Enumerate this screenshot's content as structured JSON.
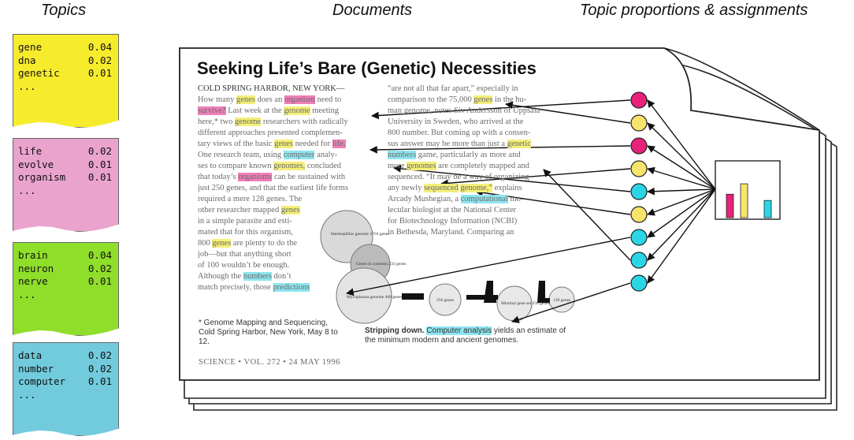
{
  "headers": {
    "topics": "Topics",
    "documents": "Documents",
    "proportions": "Topic proportions & assignments"
  },
  "topics": [
    {
      "color": "#f7ec2c",
      "words": [
        {
          "w": "gene",
          "p": "0.04"
        },
        {
          "w": "dna",
          "p": "0.02"
        },
        {
          "w": "genetic",
          "p": "0.01"
        }
      ],
      "more": "..."
    },
    {
      "color": "#e9a3cd",
      "words": [
        {
          "w": "life",
          "p": "0.02"
        },
        {
          "w": "evolve",
          "p": "0.01"
        },
        {
          "w": "organism",
          "p": "0.01"
        }
      ],
      "more": "..."
    },
    {
      "color": "#8fde2a",
      "words": [
        {
          "w": "brain",
          "p": "0.04"
        },
        {
          "w": "neuron",
          "p": "0.02"
        },
        {
          "w": "nerve",
          "p": "0.01"
        }
      ],
      "more": "..."
    },
    {
      "color": "#72cbdc",
      "words": [
        {
          "w": "data",
          "p": "0.02"
        },
        {
          "w": "number",
          "p": "0.02"
        },
        {
          "w": "computer",
          "p": "0.01"
        }
      ],
      "more": "..."
    }
  ],
  "article": {
    "title": "Seeking Life’s Bare (Genetic) Necessities",
    "dateline": "COLD SPRING HARBOR, NEW YORK—",
    "left_lines": [
      "How many genes does an organism need to",
      "survive? Last week at the genome meeting",
      "here,* two genome researchers with radically",
      "different approaches presented complemen-",
      "tary views of the basic genes needed for life.",
      "One research team, using computer analy-",
      "ses to compare known genomes, concluded",
      "that today’s organisms can be sustained with",
      "just 250 genes, and that the earliest life forms",
      "required a mere 128 genes. The",
      "other researcher mapped genes",
      "in a simple parasite and esti-",
      "mated that for this organism,",
      "800 genes are plenty to do the",
      "job—but that anything short",
      "of 100 wouldn’t be enough.",
      "Although the numbers don’t",
      "match precisely, those predictions"
    ],
    "right_lines": [
      "“are not all that far apart,” especially in",
      "comparison to the 75,000 genes in the hu-",
      "man genome, notes Siv Andersson of Uppsala",
      "University in Sweden, who arrived at the",
      "800 number. But coming up with a consen-",
      "sus answer may be more than just a genetic",
      "numbers game, particularly as more and",
      "more genomes are completely mapped and",
      "sequenced. “It may be a way of organizing",
      "any newly sequenced genome,” explains",
      "Arcady Mushegian, a computational mo-",
      "lecular biologist at the National Center",
      "for Biotechnology Information (NCBI)",
      "in Bethesda, Maryland. Comparing an"
    ],
    "footnote": "* Genome Mapping and Sequencing, Cold Spring Harbor, New York, May 8 to 12.",
    "caption_bold": "Stripping down.",
    "caption_hl": "Computer analysis",
    "caption_rest": "yields an estimate of the minimum modern and ancient genomes.",
    "footer": "SCIENCE • VOL. 272 • 24 MAY 1996",
    "figure": {
      "big_circle": "Haemophilus genome 1703 genes",
      "small_circle": "Genes in common 233 genes",
      "lower_circle": "Mycoplasma genome 468 genes",
      "c1": "256 genes",
      "c2": "Minimal gene set 250 genes",
      "c3": "128 genes"
    }
  },
  "assignment_dots": [
    "#e8217a",
    "#f8e46b",
    "#e8217a",
    "#f8e46b",
    "#2ad6e6",
    "#f8e46b",
    "#2ad6e6",
    "#2ad6e6",
    "#2ad6e6"
  ],
  "proportion_bars": [
    {
      "color": "#e8217a",
      "value": 0.45
    },
    {
      "color": "#f8e46b",
      "value": 0.65
    },
    {
      "color": "#2ad6e6",
      "value": 0.33
    }
  ]
}
